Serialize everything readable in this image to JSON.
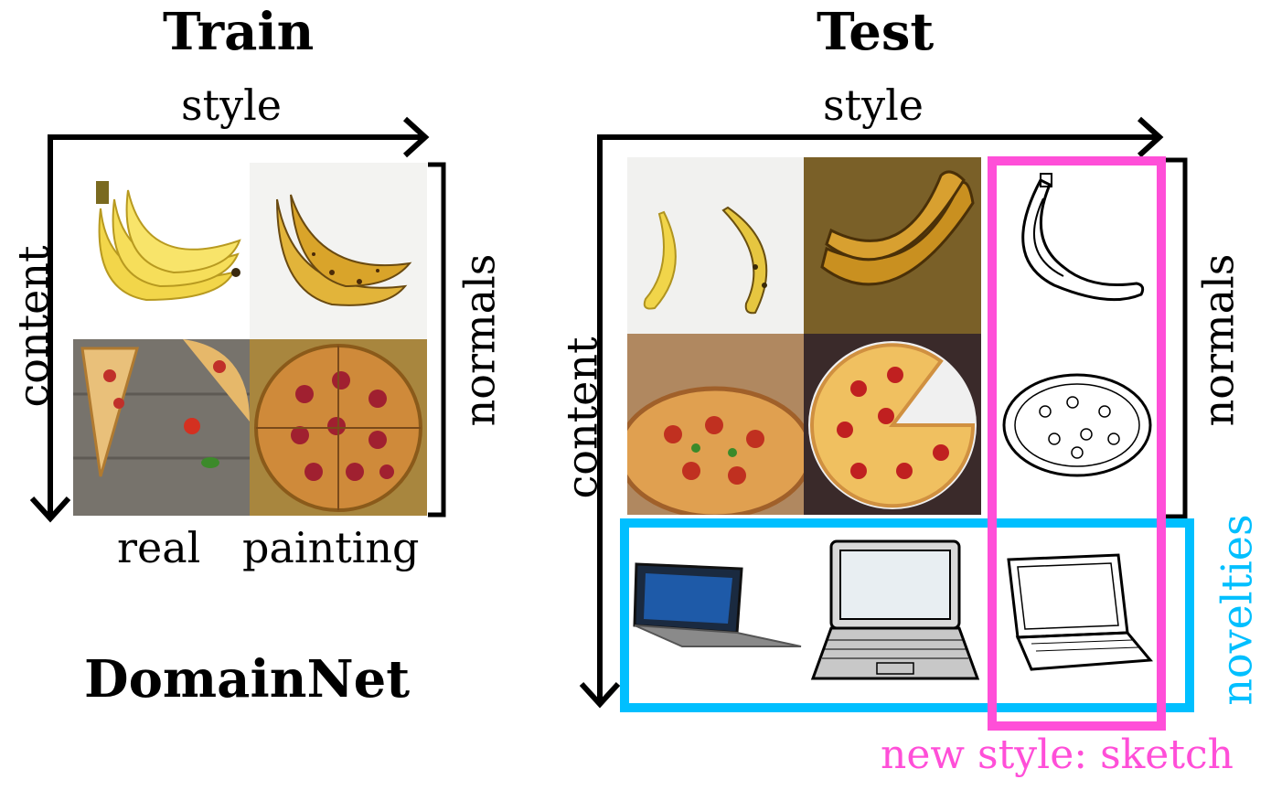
{
  "train": {
    "title": "Train",
    "axis_style": "style",
    "axis_content": "content",
    "col_labels": [
      "real",
      "painting"
    ],
    "group_normals": "normals",
    "dataset": "DomainNet"
  },
  "test": {
    "title": "Test",
    "axis_style": "style",
    "axis_content": "content",
    "group_normals": "normals",
    "group_novelties": "novelties",
    "new_style_label": "new style: sketch"
  },
  "colors": {
    "novelties": "#00bfff",
    "new_style": "#ff4fd8",
    "axis": "#000000"
  },
  "icons": {
    "train_real_banana": "banana-photo-icon",
    "train_painting_banana": "banana-painting-icon",
    "train_real_pizza": "pizza-photo-icon",
    "train_painting_pizza": "pizza-painting-icon",
    "test_real_banana": "banana-photo-icon",
    "test_painting_banana": "banana-painting-icon",
    "test_sketch_banana": "banana-sketch-icon",
    "test_real_pizza": "pizza-photo-icon",
    "test_painting_pizza": "pizza-painting-icon",
    "test_sketch_pizza": "pizza-sketch-icon",
    "test_real_laptop": "laptop-photo-icon",
    "test_painting_laptop": "laptop-painting-icon",
    "test_sketch_laptop": "laptop-sketch-icon"
  }
}
